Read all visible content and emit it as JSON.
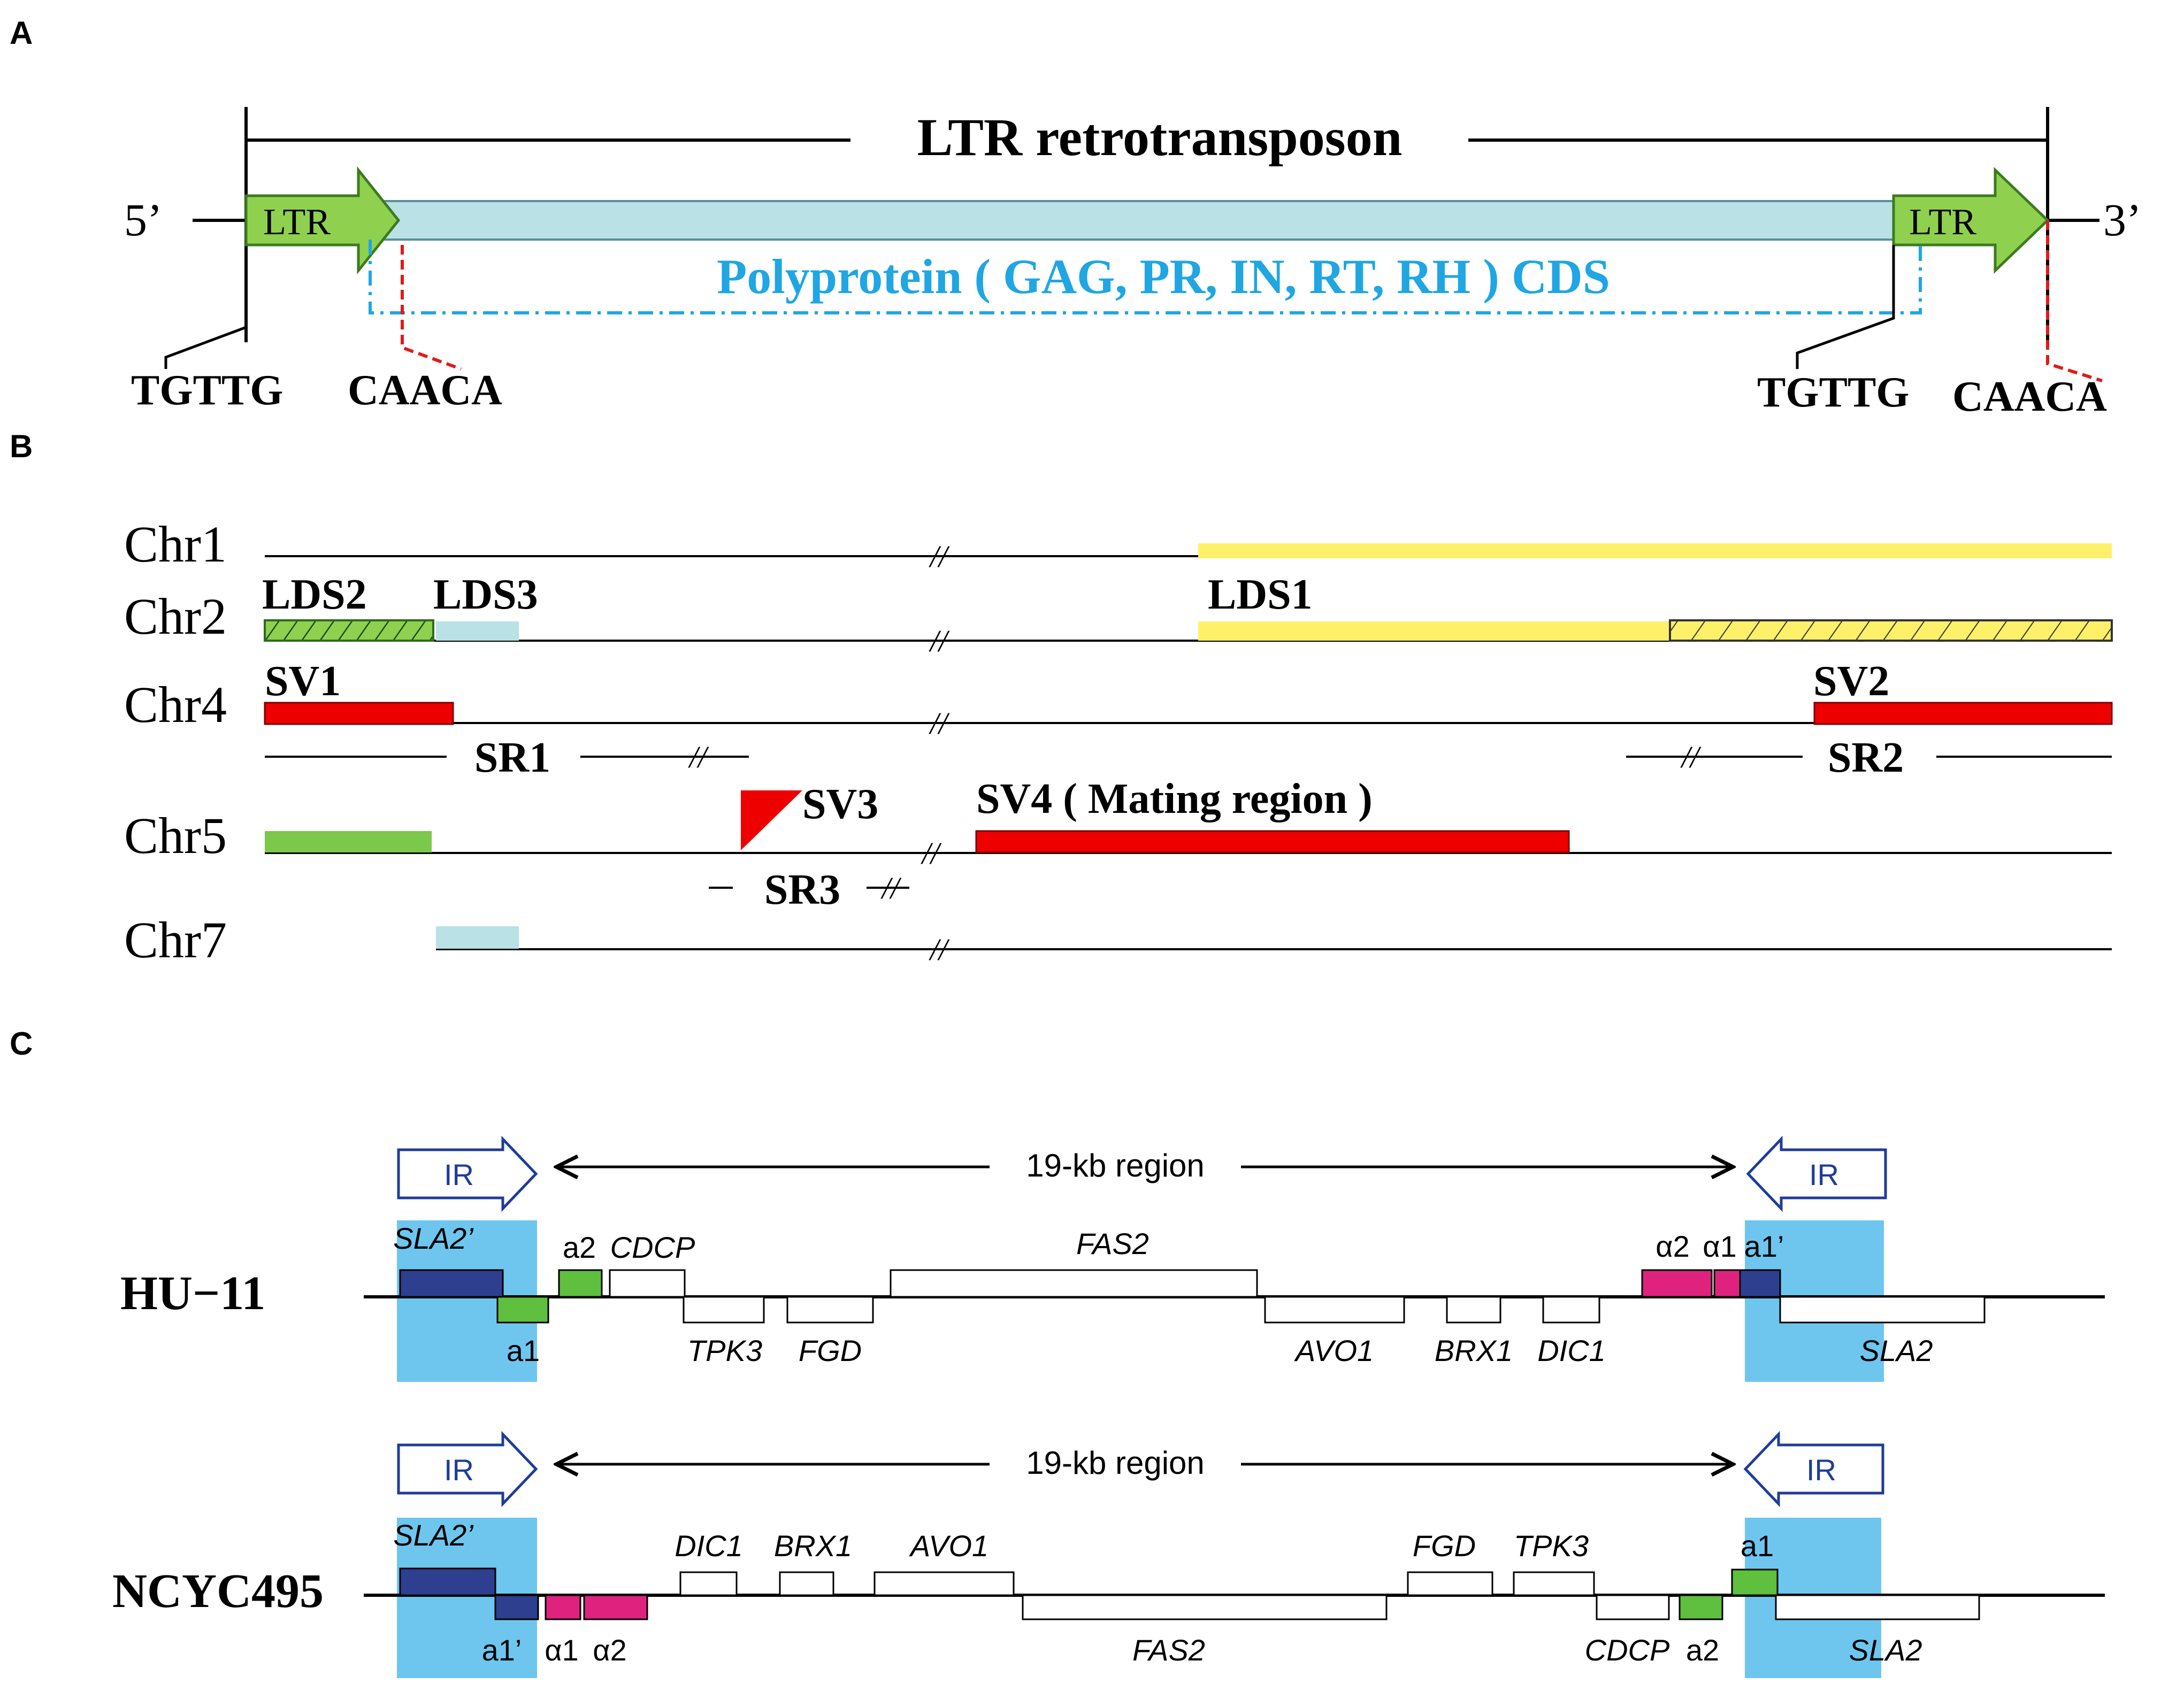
{
  "panels": {
    "a": "A",
    "b": "B",
    "c": "C"
  },
  "colors": {
    "ltr_green": "#8fd14f",
    "cds_blue": "#b9e1e6",
    "cds_text": "#1fa6e3",
    "site_red": "#e01b1b",
    "yellow": "#fff06a",
    "sv_red": "#ee0000",
    "chr5_green": "#7cc84a",
    "ir_blue": "#6ec6ef",
    "navy": "#2e3f8f",
    "gene_green": "#5fbf3f",
    "alpha_pink": "#e0227f",
    "ir_arrow": "#1e3c9a"
  },
  "panel_a": {
    "title": "LTR retrotransposon",
    "five_prime": "5’",
    "three_prime": "3’",
    "ltr_left": "LTR",
    "ltr_right": "LTR",
    "cds_label": "Polyprotein ( GAG, PR, IN, RT, RH )  CDS",
    "left_tg": "TGTTG",
    "left_ca": "CAACA",
    "right_tg": "TGTTG",
    "right_ca": "CAACA"
  },
  "panel_b": {
    "chr1": "Chr1",
    "chr2": "Chr2",
    "chr4": "Chr4",
    "chr5": "Chr5",
    "chr7": "Chr7",
    "lds1": "LDS1",
    "lds2": "LDS2",
    "lds3": "LDS3",
    "sv1": "SV1",
    "sv2": "SV2",
    "sv3": "SV3",
    "sv4": "SV4 ( Mating region )",
    "sr1": "SR1",
    "sr2": "SR2",
    "sr3": "SR3",
    "break_mark": "//"
  },
  "panel_c": {
    "hu11": {
      "strain": "HU−11",
      "ir_left": "IR",
      "ir_right": "IR",
      "region": "19-kb region",
      "genes": {
        "sla2p": "SLA2’",
        "a1": "a1",
        "a2": "a2",
        "cdcp": "CDCP",
        "tpk3": "TPK3",
        "fgd": "FGD",
        "fas2": "FAS2",
        "avo1": "AVO1",
        "brx1": "BRX1",
        "dic1": "DIC1",
        "alpha2": "α2",
        "alpha1": "α1",
        "a1p": "a1’",
        "sla2": "SLA2"
      }
    },
    "ncyc495": {
      "strain": "NCYC495",
      "ir_left": "IR",
      "ir_right": "IR",
      "region": "19-kb region",
      "genes": {
        "sla2p": "SLA2’",
        "a1p": "a1’",
        "alpha1": "α1",
        "alpha2": "α2",
        "dic1": "DIC1",
        "brx1": "BRX1",
        "avo1": "AVO1",
        "fas2": "FAS2",
        "fgd": "FGD",
        "tpk3": "TPK3",
        "cdcp": "CDCP",
        "a2": "a2",
        "a1": "a1",
        "sla2": "SLA2"
      }
    }
  }
}
